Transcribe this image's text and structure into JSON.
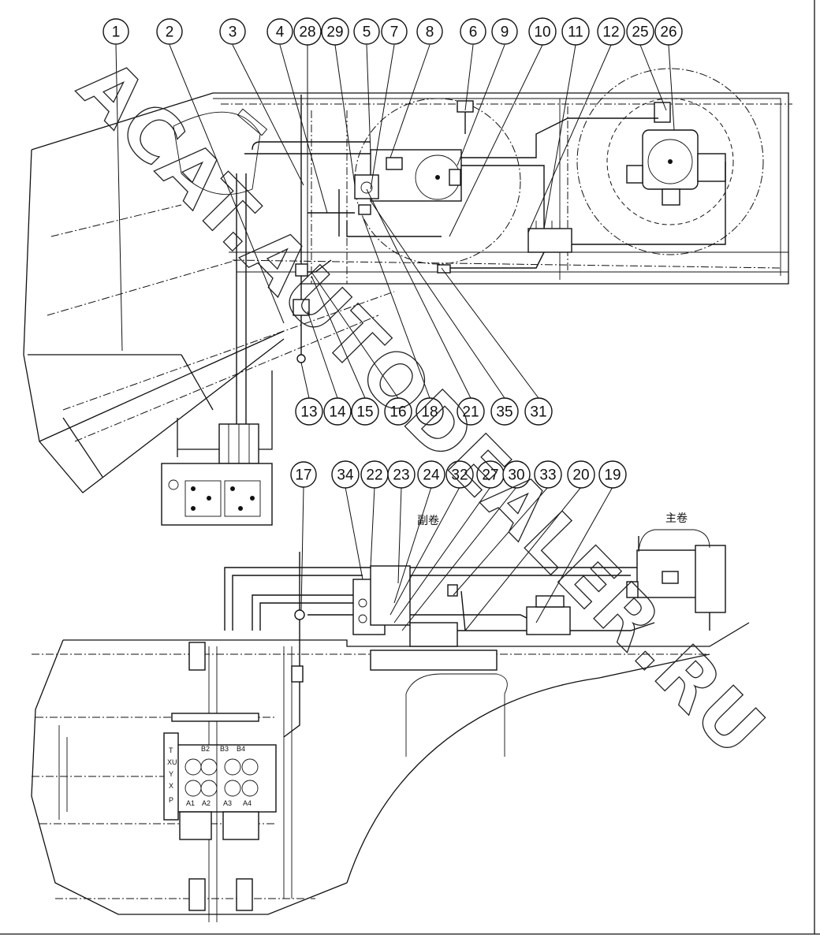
{
  "callouts_top": [
    "1",
    "2",
    "3",
    "4",
    "28",
    "29",
    "5",
    "7",
    "8",
    "6",
    "9",
    "10",
    "11",
    "12",
    "25",
    "26"
  ],
  "callouts_mid": [
    "13",
    "14",
    "15",
    "16",
    "18",
    "21",
    "35",
    "31"
  ],
  "callouts_lower": [
    "17",
    "34",
    "22",
    "23",
    "24",
    "32",
    "27",
    "30",
    "33",
    "20",
    "19"
  ],
  "winch_labels": {
    "auxiliary": "副卷",
    "main": "主卷"
  },
  "valve_ports": {
    "top": [
      "B2",
      "B3",
      "B4"
    ],
    "bottom": [
      "A1",
      "A2",
      "A3",
      "A4"
    ],
    "left": [
      "T",
      "XU",
      "Y",
      "X",
      "P"
    ]
  },
  "watermark": "ACAT.AUTODEALER.RU"
}
